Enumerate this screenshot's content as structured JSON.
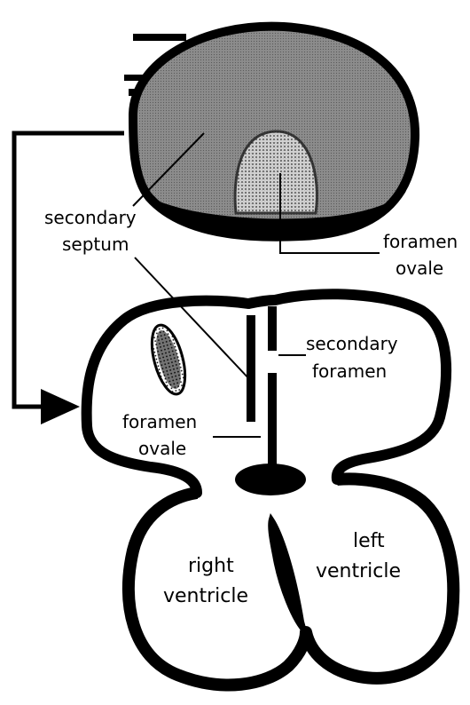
{
  "colors": {
    "ink": "#000000",
    "septum_fill": "#8c8c8c",
    "foramen_fill": "#d2d2d2",
    "paper": "#ffffff"
  },
  "labels": {
    "secondary_septum_line1": "secondary",
    "secondary_septum_line2": "septum",
    "foramen_ovale_top_line1": "foramen",
    "foramen_ovale_top_line2": "ovale",
    "secondary_foramen_line1": "secondary",
    "secondary_foramen_line2": "foramen",
    "foramen_ovale_mid_line1": "foramen",
    "foramen_ovale_mid_line2": "ovale",
    "right_ventricle_line1": "right",
    "right_ventricle_line2": "ventricle",
    "left_ventricle_line1": "left",
    "left_ventricle_line2": "ventricle"
  },
  "icons": {
    "arrow": "arrow-right-icon"
  }
}
